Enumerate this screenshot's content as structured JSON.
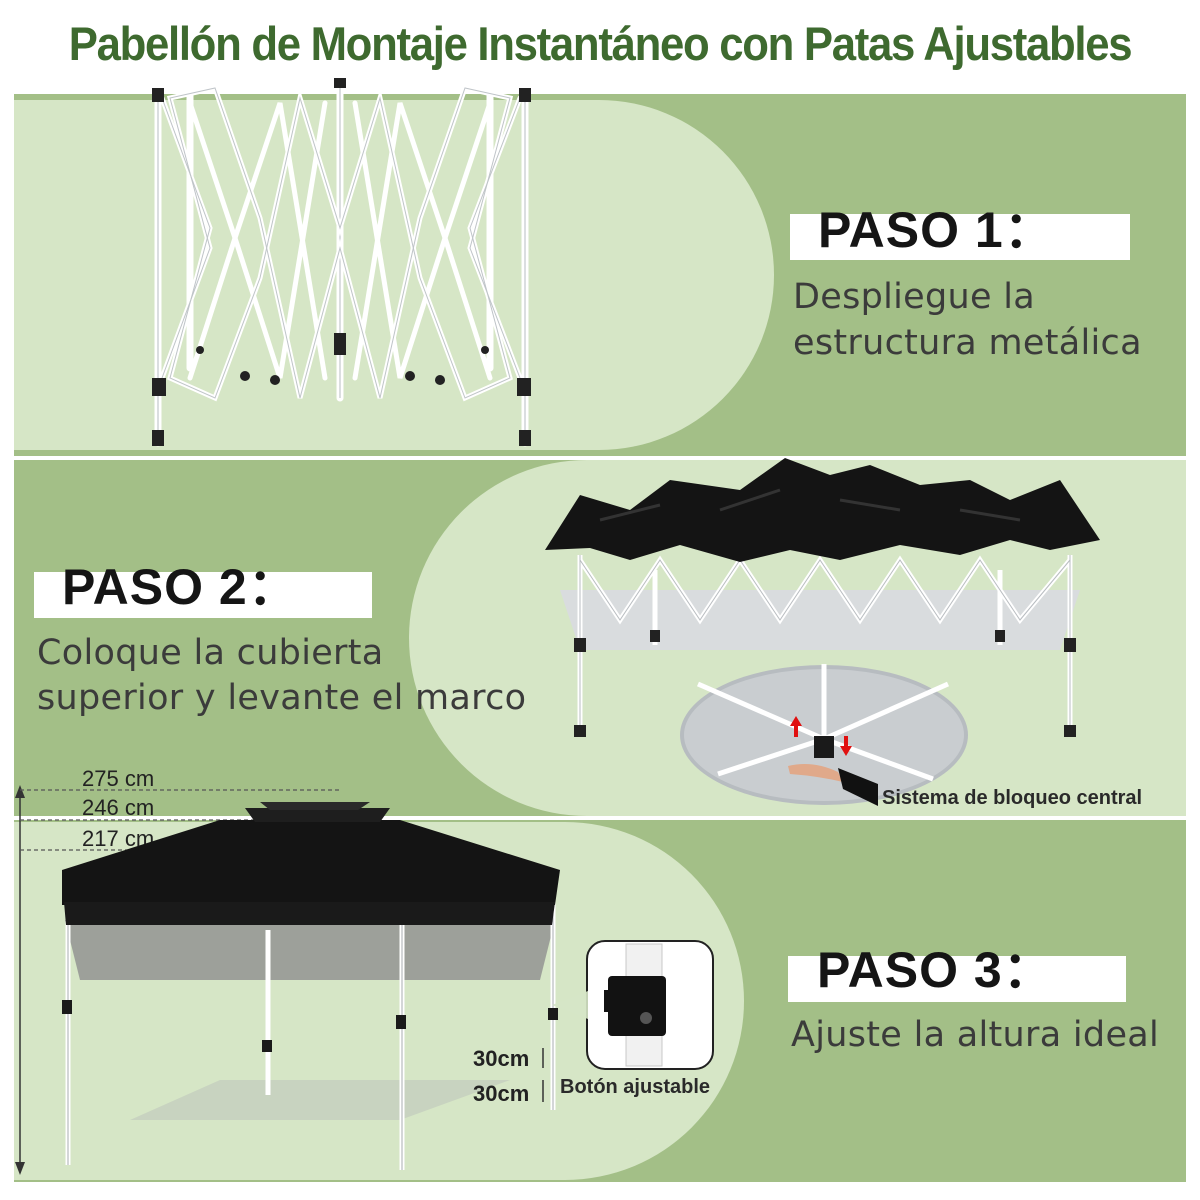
{
  "title": "Pabellón de Montaje Instantáneo con Patas Ajustables",
  "step1": {
    "title": "PASO 1：",
    "desc_line1": "Despliegue la",
    "desc_line2": "estructura metálica"
  },
  "step2": {
    "title": "PASO 2：",
    "desc_line1": "Coloque la cubierta",
    "desc_line2": "superior y levante el marco",
    "lock_caption": "Sistema de bloqueo central"
  },
  "step3": {
    "title": "PASO 3：",
    "desc": "Ajuste la altura ideal",
    "button_caption": "Botón ajustable",
    "heights": [
      "275 cm",
      "246 cm",
      "217 cm"
    ],
    "increments": [
      "30cm",
      "30cm"
    ]
  },
  "colors": {
    "title_green": "#3e6a2f",
    "band_green": "#a3bf87",
    "panel_light": "#d6e6c6",
    "canopy_black": "#111111"
  }
}
